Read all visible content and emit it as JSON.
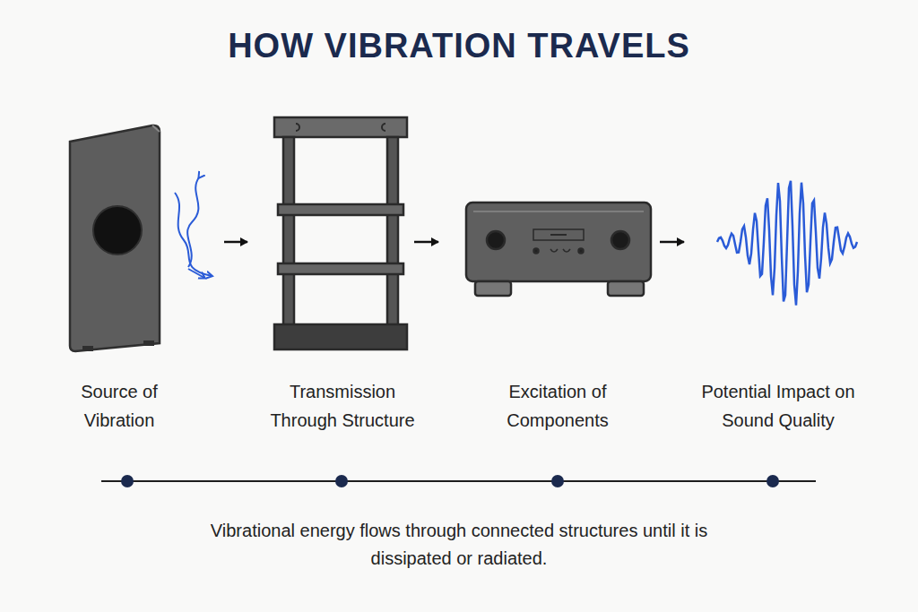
{
  "diagram": {
    "title": "HOW VIBRATION TRAVELS",
    "caption": "Vibrational energy flows through connected structures until it is dissipated or radiated.",
    "labels": [
      "Source of Vibration",
      "Transmission Through Structure",
      "Excitation of Components",
      "Potential Impact on Sound Quality"
    ]
  }
}
